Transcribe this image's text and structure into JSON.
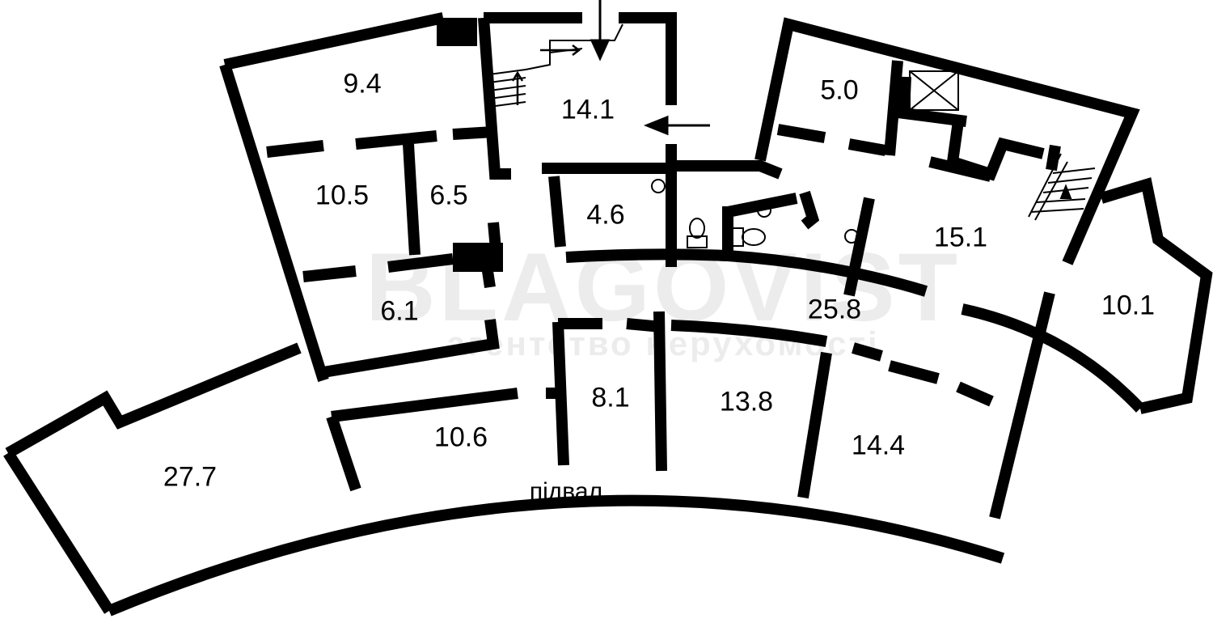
{
  "plan": {
    "floor_label": "підвал",
    "rooms": [
      {
        "area": "9.4"
      },
      {
        "area": "14.1"
      },
      {
        "area": "5.0"
      },
      {
        "area": "10.5"
      },
      {
        "area": "6.5"
      },
      {
        "area": "4.6"
      },
      {
        "area": "15.1"
      },
      {
        "area": "6.1"
      },
      {
        "area": "25.8"
      },
      {
        "area": "10.1"
      },
      {
        "area": "8.1"
      },
      {
        "area": "13.8"
      },
      {
        "area": "14.4"
      },
      {
        "area": "10.6"
      },
      {
        "area": "27.7"
      }
    ],
    "watermark": {
      "brand": "BLAGOVIST",
      "tagline": "агентство нерухомості"
    },
    "wall_color": "#000000"
  }
}
